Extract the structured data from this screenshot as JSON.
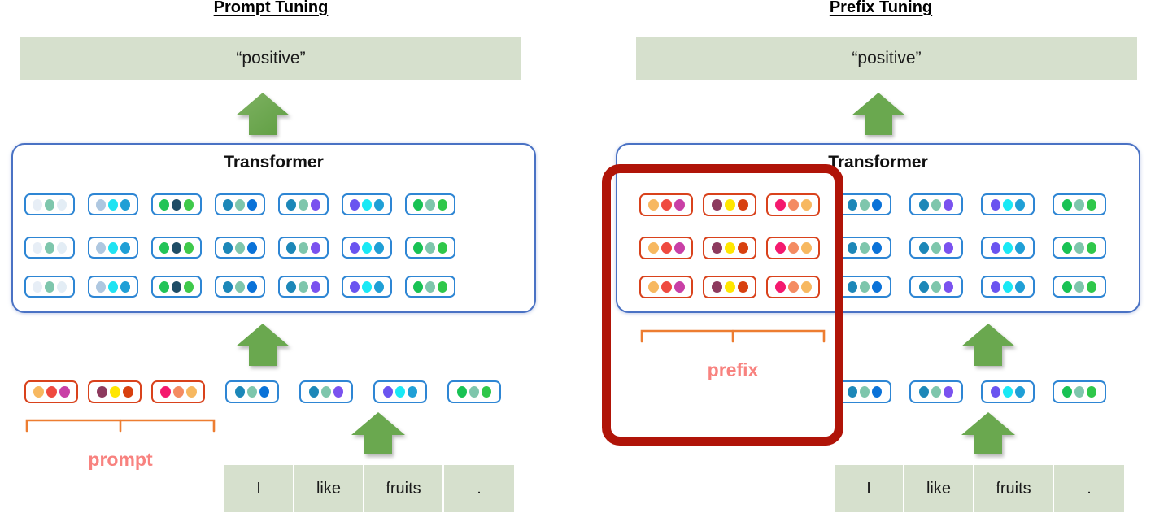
{
  "figure": {
    "panels": [
      {
        "id": "prompt-tuning",
        "title": "Prompt Tuning",
        "output_label": "“positive”",
        "transformer_label": "Transformer",
        "bracket_label": "prompt",
        "words": [
          "I",
          "like",
          "fruits",
          "."
        ]
      },
      {
        "id": "prefix-tuning",
        "title": "Prefix Tuning",
        "output_label": "“positive”",
        "transformer_label": "Transformer",
        "bracket_label": "prefix",
        "words": [
          "I",
          "like",
          "fruits",
          "."
        ]
      }
    ]
  },
  "colors": {
    "output_box_bg": "#d6e0cd",
    "transformer_border": "#4a72c4",
    "token_blue_border": "#2e86d4",
    "token_red_border": "#d9421c",
    "arrow_green": "#6aa84f",
    "bracket_orange": "#ed7d31",
    "bracket_label": "#f8827f",
    "highlight_dark_red": "#b01408"
  },
  "tokens": {
    "tuned": [
      {
        "name": "tuned-token-1",
        "dots": [
          "#f7b860",
          "#ef4a40",
          "#c93fa6"
        ]
      },
      {
        "name": "tuned-token-2",
        "dots": [
          "#8d3a5e",
          "#ffe600",
          "#d8400f"
        ]
      },
      {
        "name": "tuned-token-3",
        "dots": [
          "#f4196e",
          "#f48b62",
          "#f7b860"
        ]
      }
    ],
    "context": [
      {
        "name": "context-token-1",
        "dots": [
          "#e7eef6",
          "#7ec6ac",
          "#e3edf5"
        ]
      },
      {
        "name": "context-token-2",
        "dots": [
          "#aec7e0",
          "#1fe3f2",
          "#1f9fd6"
        ]
      },
      {
        "name": "context-token-3",
        "dots": [
          "#22c458",
          "#1f4d66",
          "#3fc94a"
        ]
      },
      {
        "name": "context-token-4",
        "dots": [
          "#1c87b8",
          "#7ec6ac",
          "#0a72d8"
        ]
      },
      {
        "name": "context-token-5",
        "dots": [
          "#1c87b8",
          "#7ec6ac",
          "#7a52ef"
        ]
      },
      {
        "name": "context-token-6",
        "dots": [
          "#6a54f0",
          "#19e9f5",
          "#1f9fd6"
        ]
      },
      {
        "name": "context-token-7",
        "dots": [
          "#18c254",
          "#7ec6ac",
          "#2fc74a"
        ]
      }
    ],
    "input_blue": [
      {
        "name": "input-token-1",
        "dots": [
          "#1c87b8",
          "#7ec6ac",
          "#0a72d8"
        ]
      },
      {
        "name": "input-token-2",
        "dots": [
          "#1c87b8",
          "#7ec6ac",
          "#7a52ef"
        ]
      },
      {
        "name": "input-token-3",
        "dots": [
          "#6a54f0",
          "#19e9f5",
          "#1f9fd6"
        ]
      },
      {
        "name": "input-token-4",
        "dots": [
          "#18c254",
          "#7ec6ac",
          "#2fc74a"
        ]
      }
    ]
  },
  "icons": {
    "arrow_up": "arrow-up-icon"
  }
}
